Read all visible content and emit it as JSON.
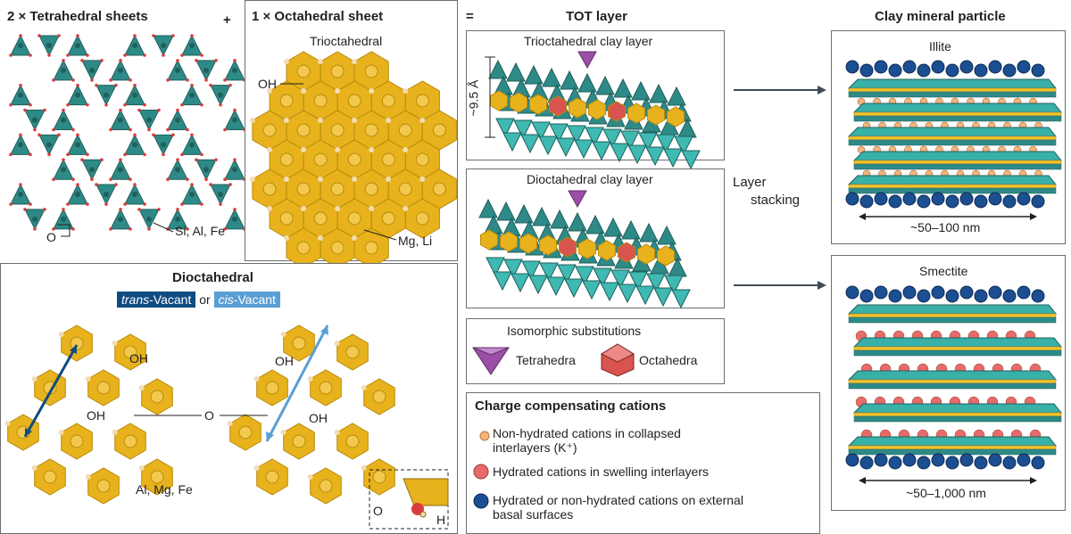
{
  "headings": {
    "tetrahedral": "2 × Tetrahedral sheets",
    "plus": "+",
    "octahedral": "1 × Octahedral sheet",
    "equals": "=",
    "tot": "TOT layer",
    "particle": "Clay mineral particle"
  },
  "tetra_panel": {
    "label_o": "O",
    "label_si": "Si, Al, Fe"
  },
  "octa_panel": {
    "subtitle": "Trioctahedral",
    "label_oh": "OH",
    "label_mg": "Mg, Li"
  },
  "dioct_panel": {
    "title": "Dioctahedral",
    "trans_label": "trans",
    "vacant_label": "-Vacant",
    "or_label": "or",
    "cis_label": "cis",
    "oh_labels": [
      "OH",
      "OH",
      "OH",
      "OH"
    ],
    "label_o_center": "O",
    "label_cations": "Al, Mg, Fe",
    "inset_o": "O",
    "inset_h": "H"
  },
  "tot_panel": {
    "trioct_title": "Trioctahedral clay layer",
    "thickness": "~9.5 Å",
    "dioct_title": "Dioctahedral clay layer",
    "stacking_line1": "Layer",
    "stacking_line2": "stacking"
  },
  "iso_panel": {
    "title": "Isomorphic substitutions",
    "tetra": "Tetrahedra",
    "octa": "Octahedra"
  },
  "cation_panel": {
    "title": "Charge compensating cations",
    "item1_line1": "Non-hydrated cations in collapsed",
    "item1_line2": "interlayers (K⁺)",
    "item2": "Hydrated cations in swelling interlayers",
    "item3_line1": "Hydrated or non-hydrated cations on external",
    "item3_line2": "basal surfaces"
  },
  "illite_panel": {
    "title": "Illite",
    "size": "~50–100 nm"
  },
  "smectite_panel": {
    "title": "Smectite",
    "size": "~50–1,000 nm"
  },
  "colors": {
    "tetra": "#2e8a86",
    "tetra_dark": "#1f5f5c",
    "octa": "#e7b21c",
    "octa_dark": "#b98a0c",
    "oxygen": "#d93d3d",
    "oh": "#f3dcb3",
    "sub_tetra": "#9b4fa6",
    "sub_octa": "#d9534f",
    "cation_k": "#f5b47a",
    "cation_hydrated": "#e86a6a",
    "cation_external": "#1c4f91",
    "trans": "#0f4c81",
    "cis": "#5a9fd4"
  }
}
